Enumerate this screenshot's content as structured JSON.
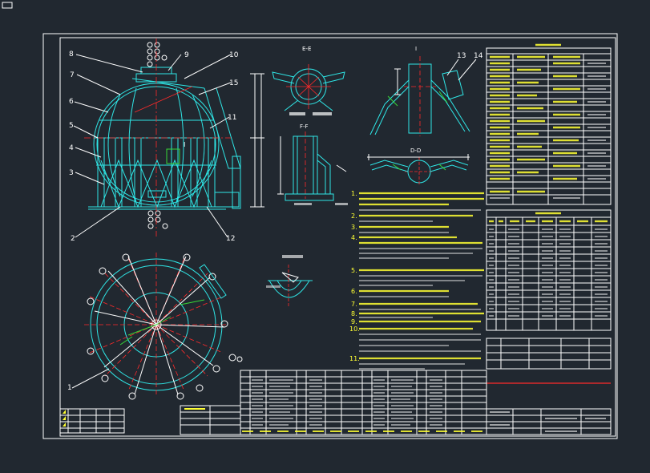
{
  "section_labels": {
    "e_e": "E-E",
    "f_f": "F-F",
    "i_detail": "I",
    "d_d": "D-D"
  },
  "part_numbers": [
    "8",
    "9",
    "10",
    "7",
    "15",
    "6",
    "11",
    "5",
    "4",
    "3",
    "2",
    "12",
    "13",
    "14",
    "1",
    "I"
  ],
  "notes": {
    "n1": "1.",
    "n2": "2.",
    "n3": "3.",
    "n4": "4.",
    "n5": "5.",
    "n6": "6.",
    "n7": "7.",
    "n8": "8.",
    "n9": "9.",
    "n10": "10.",
    "n11": "11."
  },
  "colors": {
    "background": "#212830",
    "geometry": "#2fe6e6",
    "centerline": "#ff2a2a",
    "text_main": "#ffff33",
    "annotation": "#ffffff",
    "highlight": "#36d936"
  }
}
